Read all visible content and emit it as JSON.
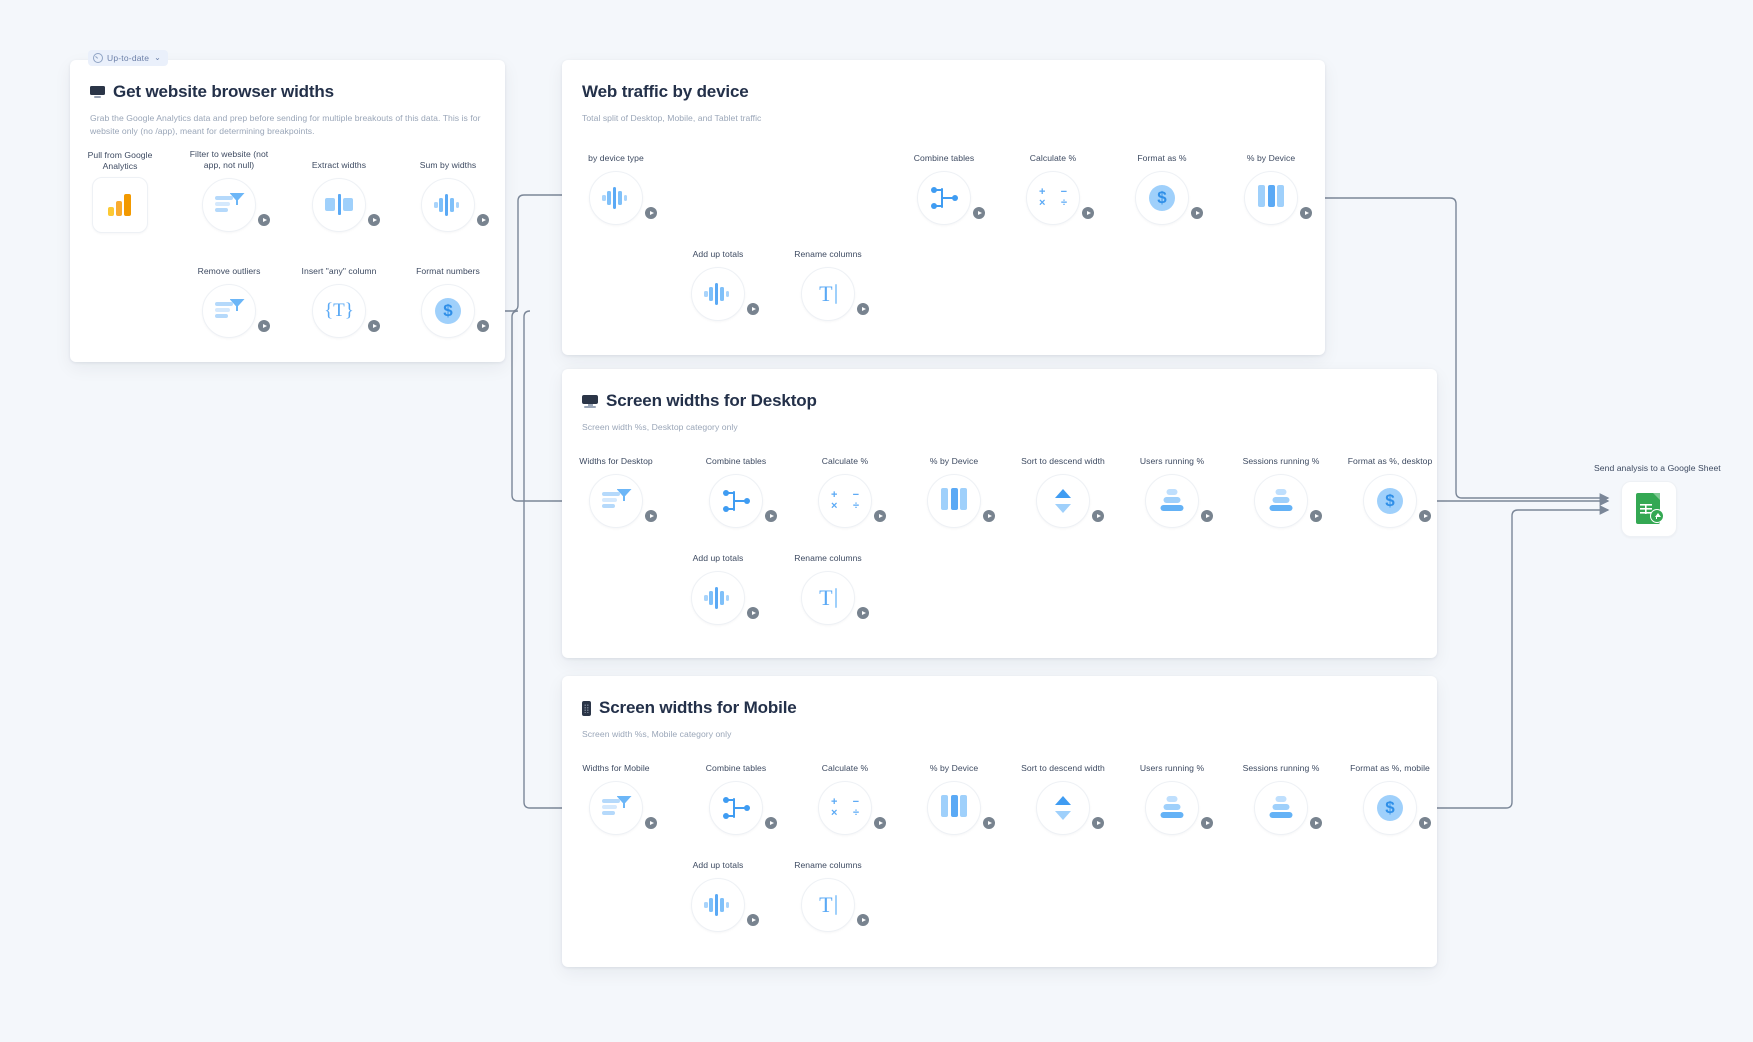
{
  "page": {
    "background": "#f4f7fb",
    "accent": "#5aa9f5"
  },
  "badge": {
    "label": "Up-to-date",
    "chevron": "⌄"
  },
  "cards": [
    {
      "id": "get-website-browser-widths",
      "title": "Get website browser widths",
      "icon": "monitor-icon",
      "subtitle": "Grab the Google Analytics data and prep before sending for multiple breakouts of this data. This is for website only (no /app), meant for determining breakpoints.",
      "nodes": [
        {
          "label": "Pull from Google Analytics",
          "icon": "google-analytics-icon"
        },
        {
          "label": "Filter to website (not app, not null)",
          "icon": "filter-icon"
        },
        {
          "label": "Extract widths",
          "icon": "extract-icon"
        },
        {
          "label": "Sum by widths",
          "icon": "sum-bars-icon"
        },
        {
          "label": "Remove outliers",
          "icon": "filter-icon"
        },
        {
          "label": "Insert \"any\" column",
          "icon": "brace-t-icon"
        },
        {
          "label": "Format numbers",
          "icon": "dollar-coin-icon"
        }
      ]
    },
    {
      "id": "web-traffic-by-device",
      "title": "Web traffic by device",
      "icon": "",
      "subtitle": "Total split of Desktop, Mobile, and Tablet traffic",
      "nodes": [
        {
          "label": "by device type",
          "icon": "sum-bars-icon"
        },
        {
          "label": "Add up totals",
          "icon": "sum-bars-icon"
        },
        {
          "label": "Rename columns",
          "icon": "rename-columns-icon"
        },
        {
          "label": "Combine tables",
          "icon": "combine-tables-icon"
        },
        {
          "label": "Calculate %",
          "icon": "calculate-icon"
        },
        {
          "label": "Format as %",
          "icon": "dollar-coin-icon"
        },
        {
          "label": "% by Device",
          "icon": "bars-3-icon"
        }
      ]
    },
    {
      "id": "screen-widths-for-desktop",
      "title": "Screen widths for Desktop",
      "icon": "imac-icon",
      "subtitle": "Screen width %s, Desktop category only",
      "nodes": [
        {
          "label": "Widths for Desktop",
          "icon": "filter-icon"
        },
        {
          "label": "Combine tables",
          "icon": "combine-tables-icon"
        },
        {
          "label": "Calculate %",
          "icon": "calculate-icon"
        },
        {
          "label": "% by Device",
          "icon": "bars-3-icon"
        },
        {
          "label": "Sort to descend width",
          "icon": "sort-descend-icon"
        },
        {
          "label": "Users running %",
          "icon": "stack-icon"
        },
        {
          "label": "Sessions running %",
          "icon": "stack-icon"
        },
        {
          "label": "Format as %, desktop",
          "icon": "dollar-coin-icon"
        },
        {
          "label": "Add up totals",
          "icon": "sum-bars-icon"
        },
        {
          "label": "Rename columns",
          "icon": "rename-columns-icon"
        }
      ]
    },
    {
      "id": "screen-widths-for-mobile",
      "title": "Screen widths for Mobile",
      "icon": "phone-icon",
      "subtitle": "Screen width %s, Mobile category only",
      "nodes": [
        {
          "label": "Widths for Mobile",
          "icon": "filter-icon"
        },
        {
          "label": "Combine tables",
          "icon": "combine-tables-icon"
        },
        {
          "label": "Calculate %",
          "icon": "calculate-icon"
        },
        {
          "label": "% by Device",
          "icon": "bars-3-icon"
        },
        {
          "label": "Sort to descend width",
          "icon": "sort-descend-icon"
        },
        {
          "label": "Users running %",
          "icon": "stack-icon"
        },
        {
          "label": "Sessions running %",
          "icon": "stack-icon"
        },
        {
          "label": "Format as %, mobile",
          "icon": "dollar-coin-icon"
        },
        {
          "label": "Add up totals",
          "icon": "sum-bars-icon"
        },
        {
          "label": "Rename columns",
          "icon": "rename-columns-icon"
        }
      ]
    }
  ],
  "output": {
    "label": "Send analysis to a Google Sheet",
    "icon": "google-sheet-export-icon"
  }
}
